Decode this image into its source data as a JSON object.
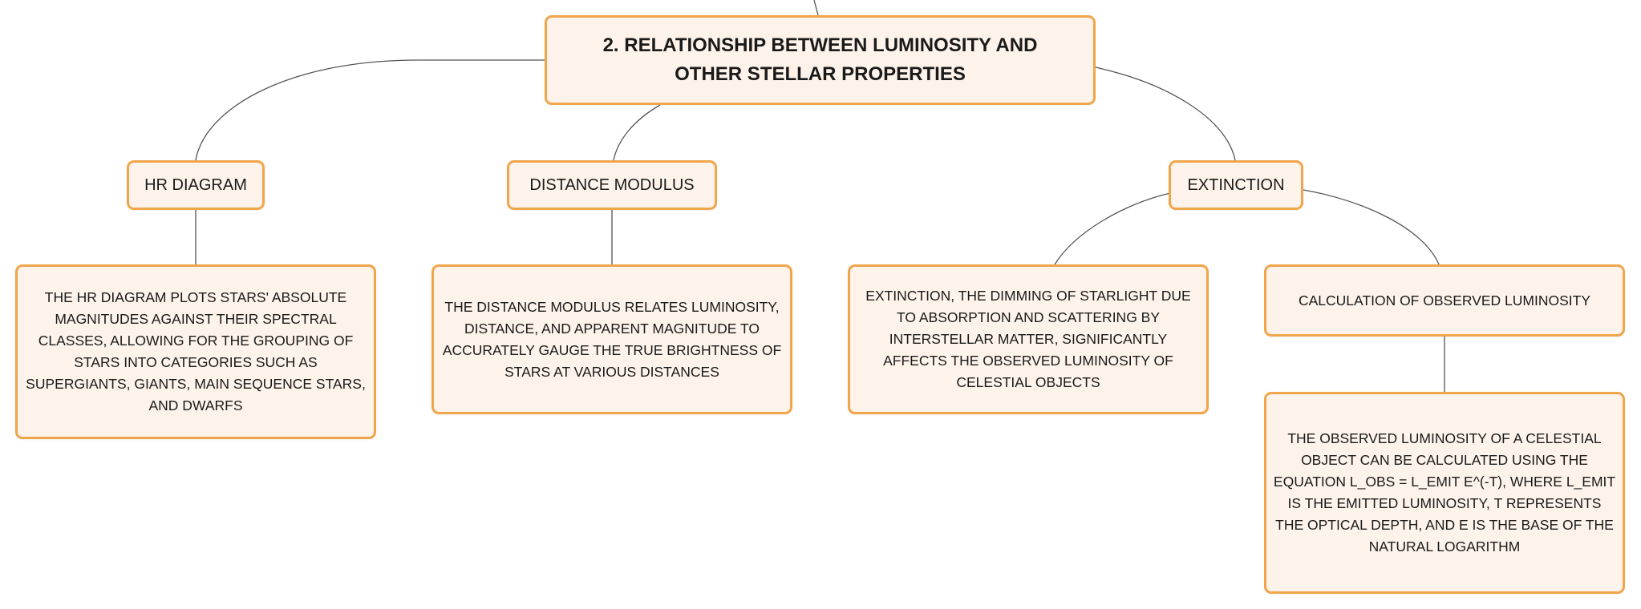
{
  "colors": {
    "node_fill": "#fdf3ea",
    "node_border": "#f1a54a",
    "connector": "#555555",
    "text": "#1a1a1a"
  },
  "root": {
    "title": "2. RELATIONSHIP BETWEEN LUMINOSITY AND OTHER STELLAR PROPERTIES"
  },
  "branches": {
    "hr_diagram": {
      "label": "HR DIAGRAM",
      "description": "THE HR DIAGRAM PLOTS STARS' ABSOLUTE MAGNITUDES AGAINST THEIR SPECTRAL CLASSES, ALLOWING FOR THE GROUPING OF STARS INTO CATEGORIES SUCH AS SUPERGIANTS, GIANTS, MAIN SEQUENCE STARS, AND DWARFS"
    },
    "distance_modulus": {
      "label": "DISTANCE MODULUS",
      "description": "THE DISTANCE MODULUS RELATES LUMINOSITY, DISTANCE, AND APPARENT MAGNITUDE TO ACCURATELY GAUGE THE TRUE BRIGHTNESS OF STARS AT VARIOUS DISTANCES"
    },
    "extinction": {
      "label": "EXTINCTION",
      "description": "EXTINCTION, THE DIMMING OF STARLIGHT DUE TO ABSORPTION AND SCATTERING BY INTERSTELLAR MATTER, SIGNIFICANTLY AFFECTS THE OBSERVED LUMINOSITY OF CELESTIAL OBJECTS",
      "calculation": {
        "label": "CALCULATION OF OBSERVED LUMINOSITY",
        "description": "THE OBSERVED LUMINOSITY OF A CELESTIAL OBJECT CAN BE CALCULATED USING THE EQUATION L_OBS = L_EMIT E^(-Τ), WHERE L_EMIT IS THE EMITTED LUMINOSITY, Τ REPRESENTS THE OPTICAL DEPTH, AND E IS THE BASE OF THE NATURAL LOGARITHM"
      }
    }
  }
}
